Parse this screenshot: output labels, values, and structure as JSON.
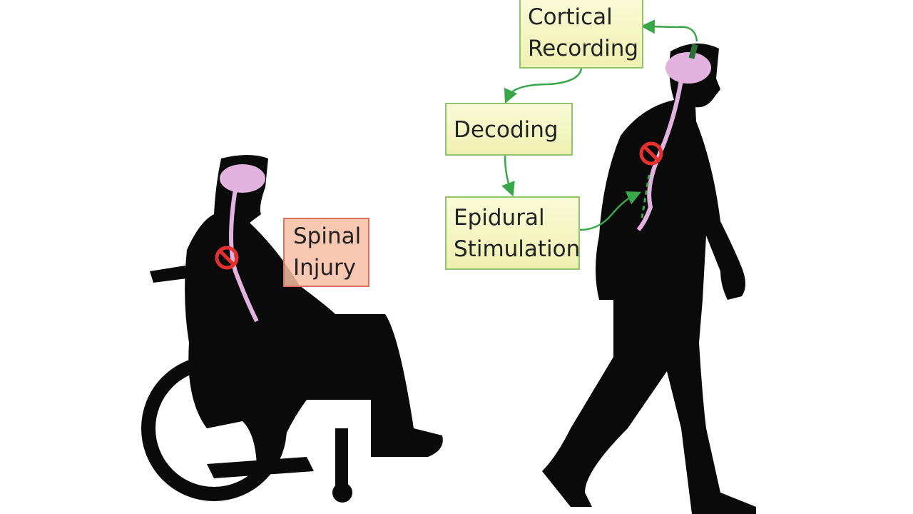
{
  "labels": {
    "cortical_recording": "Cortical Recording",
    "decoding": "Decoding",
    "epidural_stimulation": "Epidural Stimulation",
    "spinal_injury": "Spinal Injury"
  },
  "colors": {
    "silhouette": "#0a0a0a",
    "brain": "#e3b3e0",
    "arrow": "#3aa84a",
    "box_fill": "#f6f7c4",
    "box_border": "#8fc46a",
    "injury_fill": "#f8bea5",
    "injury_border": "#d9755e",
    "block_symbol": "#e53030"
  }
}
